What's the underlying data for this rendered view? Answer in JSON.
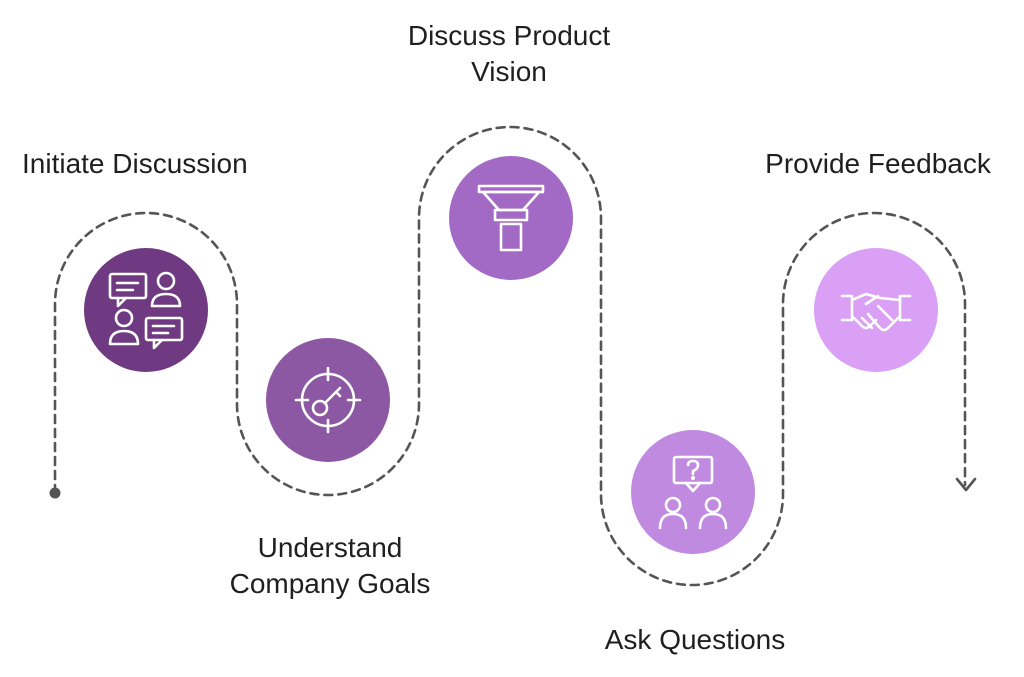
{
  "steps": [
    {
      "id": "initiate",
      "lines": [
        "Initiate Discussion"
      ],
      "icon": "people-chat-icon",
      "color": "#6f3a82"
    },
    {
      "id": "understand",
      "lines": [
        "Understand",
        "Company Goals"
      ],
      "icon": "target-key-icon",
      "color": "#8c58a3"
    },
    {
      "id": "discuss",
      "lines": [
        "Discuss Product",
        "Vision"
      ],
      "icon": "funnel-icon",
      "color": "#a26ac4"
    },
    {
      "id": "ask",
      "lines": [
        "Ask Questions"
      ],
      "icon": "people-question-icon",
      "color": "#c08ae0"
    },
    {
      "id": "feedback",
      "lines": [
        "Provide Feedback"
      ],
      "icon": "handshake-icon",
      "color": "#d9a0f5"
    }
  ],
  "path_color": "#555555"
}
